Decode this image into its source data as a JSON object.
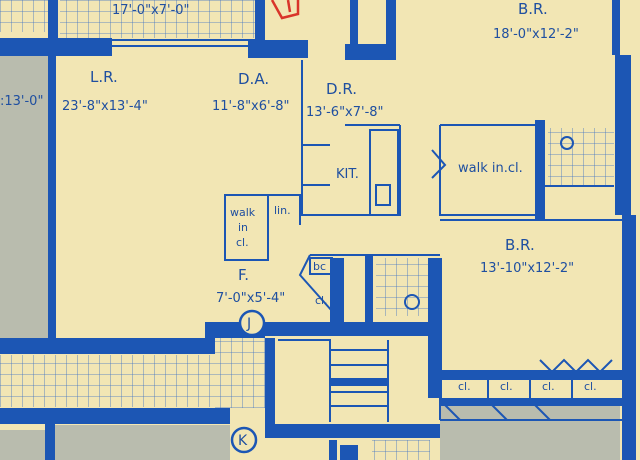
{
  "title": "",
  "colors": {
    "paper": "#f2e6b4",
    "ink": "#1c56b4",
    "shade": "#b9bcae",
    "accent": "#d9352a"
  },
  "rooms": {
    "terrace": {
      "dims": "17'-0\"x7'-0\""
    },
    "left_room": {
      "dims": ":13'-0\""
    },
    "br_top": {
      "name": "B.R.",
      "dims": "18'-0\"x12'-2\""
    },
    "lr": {
      "name": "L.R.",
      "dims": "23'-8\"x13'-4\""
    },
    "da": {
      "name": "D.A.",
      "dims": "11'-8\"x6'-8\""
    },
    "dr": {
      "name": "D.R.",
      "dims": "13'-6\"x7'-8\""
    },
    "kit": {
      "name": "KIT."
    },
    "walk_in_cl_right": {
      "name": "walk in.cl."
    },
    "walk_in_cl_left": {
      "line1": "walk",
      "line2": "in",
      "line3": "cl."
    },
    "lin": {
      "name": "lin."
    },
    "bc": {
      "name": "bc"
    },
    "cl_foyer": {
      "name": "cl."
    },
    "br_mid": {
      "name": "B.R.",
      "dims": "13'-10\"x12'-2\""
    },
    "foyer": {
      "name": "F.",
      "dims": "7'-0\"x5'-4\""
    },
    "closets_bottom": [
      "cl.",
      "cl.",
      "cl.",
      "cl."
    ]
  },
  "markers": {
    "j": "J",
    "k": "K"
  }
}
